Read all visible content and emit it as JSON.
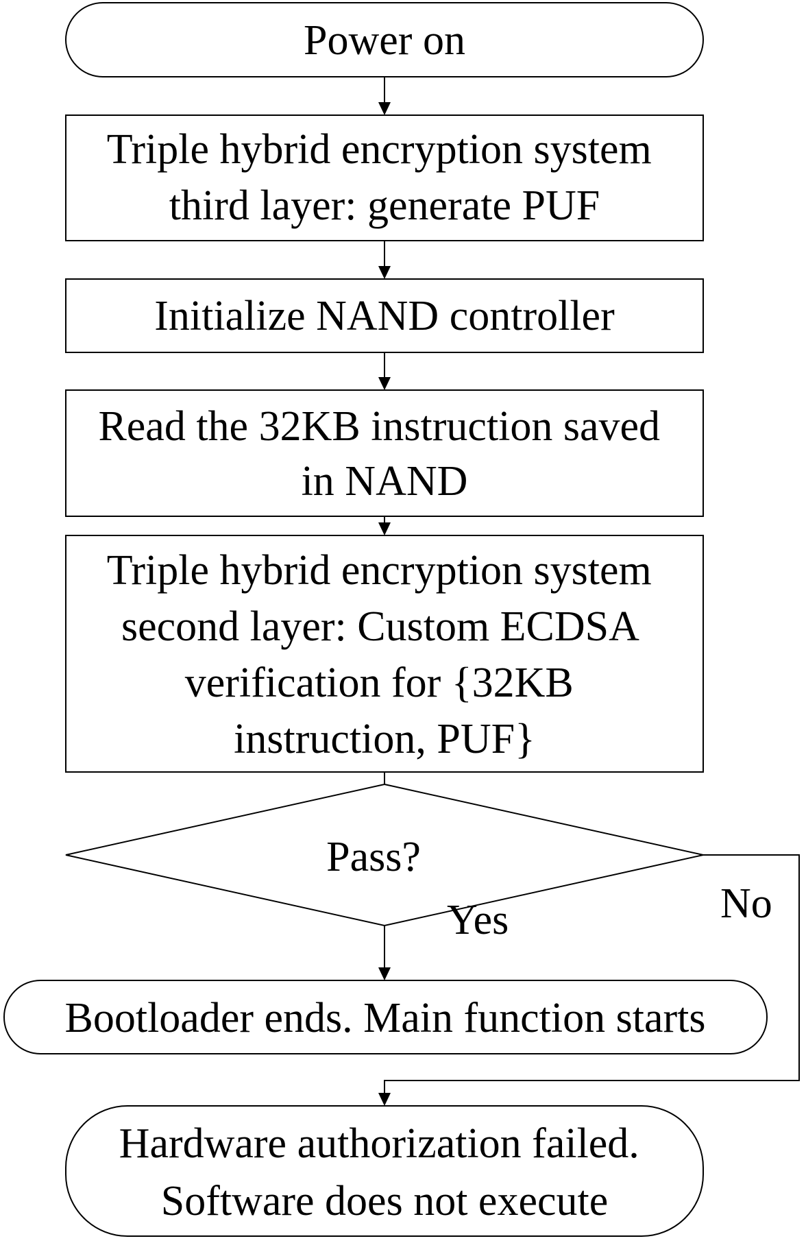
{
  "flowchart": {
    "start": {
      "lines": [
        "Power on"
      ]
    },
    "step_puf": {
      "lines": [
        "Triple hybrid encryption system",
        "third layer: generate PUF"
      ]
    },
    "step_nand_init": {
      "lines": [
        "Initialize NAND controller"
      ]
    },
    "step_read": {
      "lines": [
        "Read the 32KB instruction saved",
        "in NAND"
      ]
    },
    "step_ecdsa": {
      "lines": [
        "Triple hybrid encryption system",
        "second layer: Custom ECDSA",
        "verification for {32KB",
        "instruction, PUF}"
      ]
    },
    "decision": {
      "lines": [
        "Pass?"
      ]
    },
    "yes_label": "Yes",
    "no_label": "No",
    "end_success": {
      "lines": [
        "Bootloader ends. Main function starts"
      ]
    },
    "end_fail": {
      "lines": [
        "Hardware authorization failed.",
        "Software does not execute"
      ]
    }
  },
  "colors": {
    "stroke": "#000000",
    "fill": "#ffffff",
    "text": "#000000"
  }
}
